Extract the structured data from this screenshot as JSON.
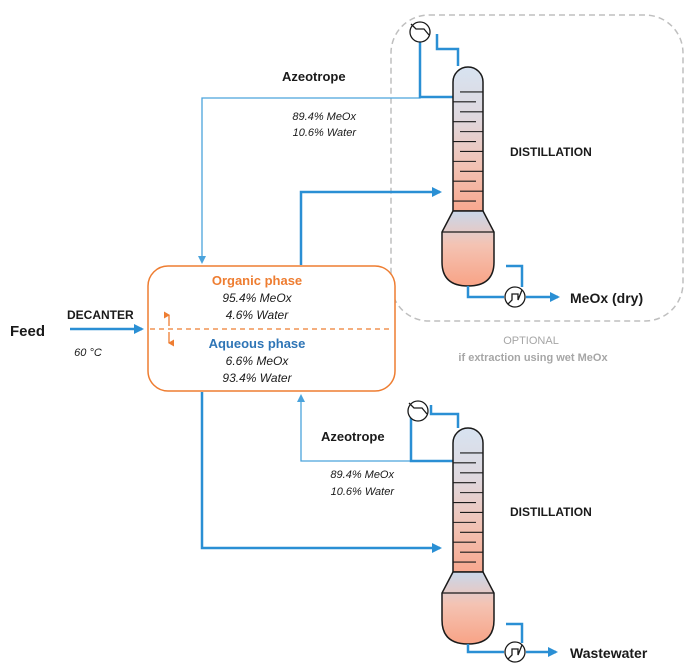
{
  "feed": {
    "label": "Feed"
  },
  "decanter": {
    "label": "DECANTER",
    "temperature": "60 °C",
    "organic": {
      "title": "Organic phase",
      "line1": "95.4% MeOx",
      "line2": "4.6% Water"
    },
    "aqueous": {
      "title": "Aqueous phase",
      "line1": "6.6% MeOx",
      "line2": "93.4% Water"
    }
  },
  "top_column": {
    "azeotrope_label": "Azeotrope",
    "azeotrope_line1": "89.4% MeOx",
    "azeotrope_line2": "10.6% Water",
    "title": "DISTILLATION",
    "product": "MeOx (dry)"
  },
  "bottom_column": {
    "azeotrope_label": "Azeotrope",
    "azeotrope_line1": "89.4% MeOx",
    "azeotrope_line2": "10.6% Water",
    "title": "DISTILLATION",
    "product": "Wastewater"
  },
  "optional_note": {
    "line1": "OPTIONAL",
    "line2": "if extraction using wet MeOx"
  },
  "colors": {
    "stream_blue": "#2a8fd4",
    "thin_blue": "#4aa3dc",
    "orange": "#ee7d31",
    "aqueous_blue": "#2e75b6",
    "grey_note": "#a6a6a6",
    "dashed_grey": "#bfbfbf",
    "text_dark": "#1a1a1a"
  }
}
